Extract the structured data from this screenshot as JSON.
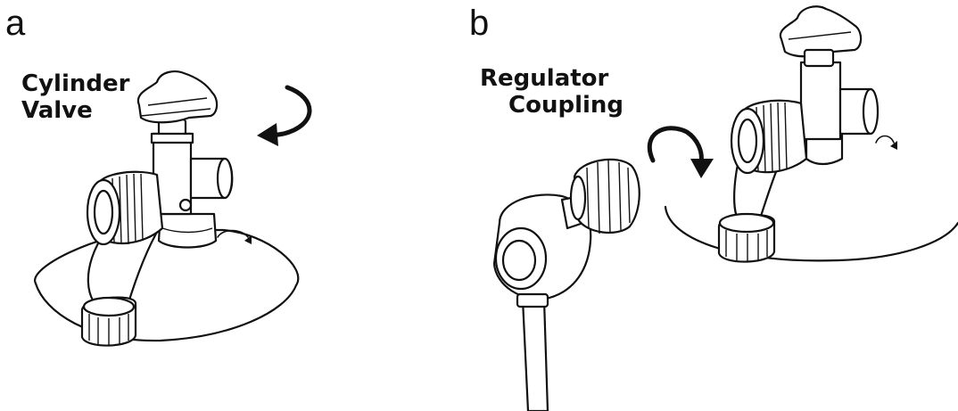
{
  "panels": [
    {
      "letter": "a",
      "callout_lines": [
        "Cylinder",
        "Valve"
      ]
    },
    {
      "letter": "b",
      "callout_lines": [
        "Regulator",
        "Coupling"
      ]
    }
  ],
  "colors": {
    "ink": "#111111",
    "background": "#ffffff"
  },
  "icons": [
    "rotation-arrow-icon",
    "small-rotation-arrow-icon"
  ]
}
